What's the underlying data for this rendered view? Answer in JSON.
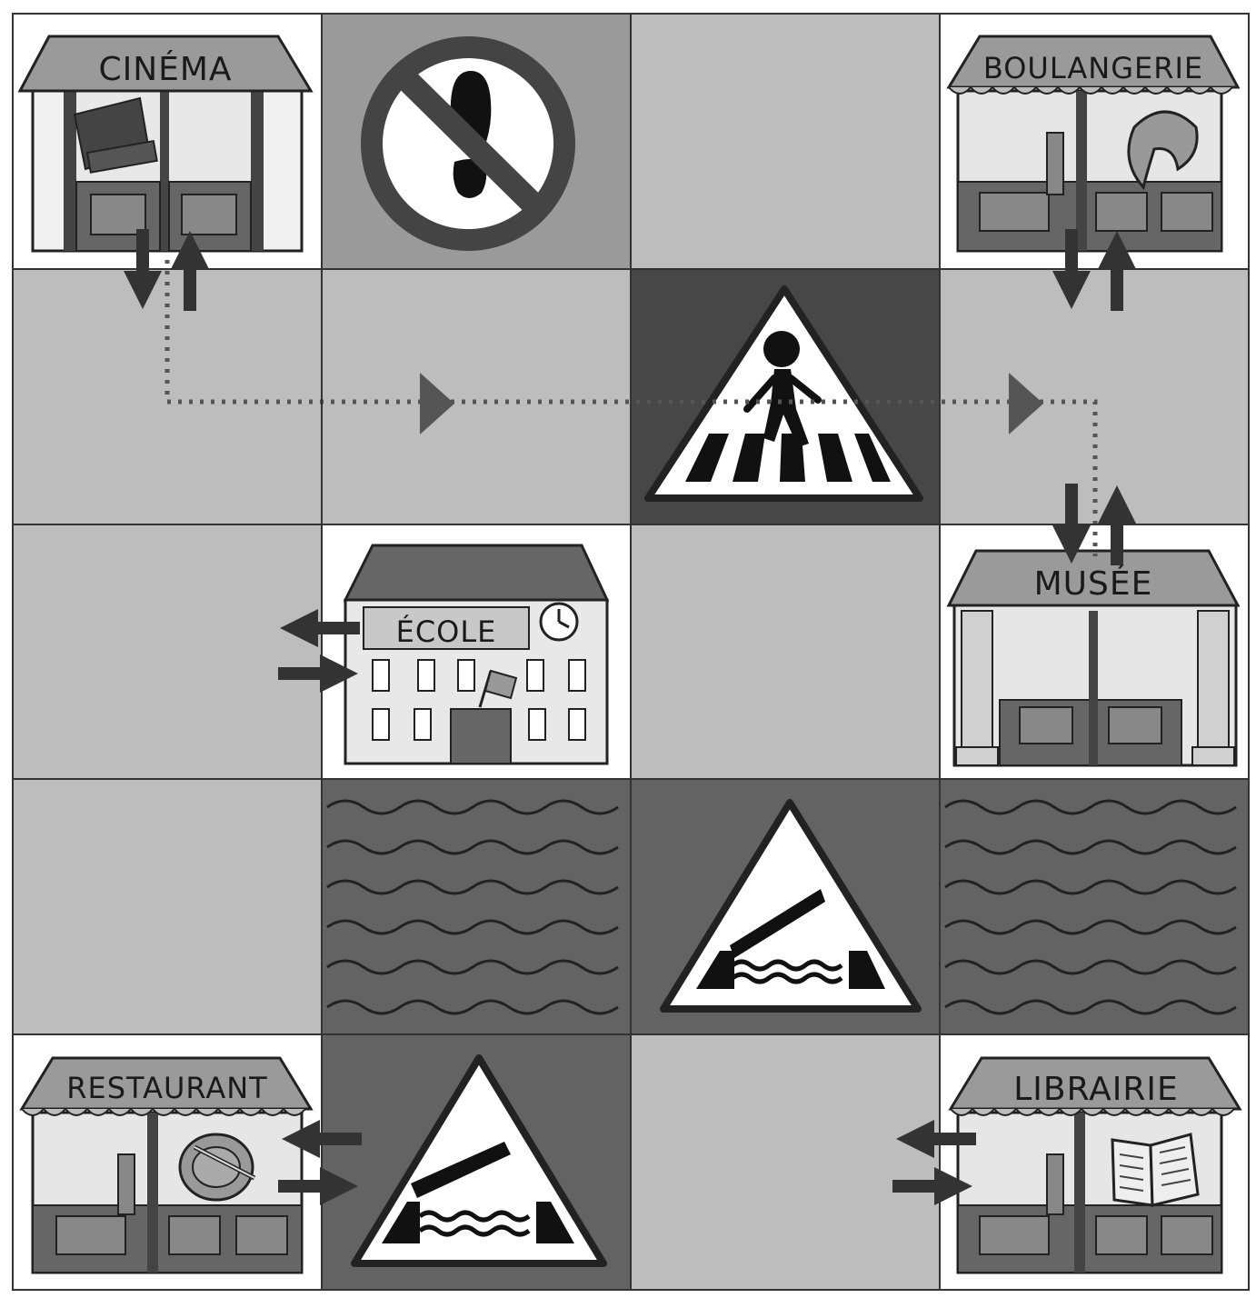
{
  "board": {
    "rows": 5,
    "cols": 4,
    "colors": {
      "street": "#bdbdbd",
      "forbidden": "#9a9a9a",
      "crossing": "#474747",
      "water": "#636363",
      "building_bg": "#ffffff",
      "grid_line": "#333333",
      "arrow": "#333333",
      "path": "#555555"
    },
    "tiles": [
      {
        "row": 0,
        "col": 0,
        "type": "building",
        "name": "CINÉMA",
        "icon": "clapperboard-icon"
      },
      {
        "row": 0,
        "col": 1,
        "type": "sign",
        "sign": "no-walking-sign"
      },
      {
        "row": 0,
        "col": 2,
        "type": "street"
      },
      {
        "row": 0,
        "col": 3,
        "type": "building",
        "name": "BOULANGERIE",
        "icon": "croissant-icon"
      },
      {
        "row": 1,
        "col": 0,
        "type": "street"
      },
      {
        "row": 1,
        "col": 1,
        "type": "street"
      },
      {
        "row": 1,
        "col": 2,
        "type": "sign",
        "sign": "pedestrian-crossing-sign"
      },
      {
        "row": 1,
        "col": 3,
        "type": "street"
      },
      {
        "row": 2,
        "col": 0,
        "type": "street"
      },
      {
        "row": 2,
        "col": 1,
        "type": "building",
        "name": "ÉCOLE",
        "icon": "clock-icon"
      },
      {
        "row": 2,
        "col": 2,
        "type": "street"
      },
      {
        "row": 2,
        "col": 3,
        "type": "building",
        "name": "MUSÉE",
        "icon": "column-icon"
      },
      {
        "row": 3,
        "col": 0,
        "type": "street"
      },
      {
        "row": 3,
        "col": 1,
        "type": "water"
      },
      {
        "row": 3,
        "col": 2,
        "type": "sign",
        "sign": "drawbridge-sign"
      },
      {
        "row": 3,
        "col": 3,
        "type": "water"
      },
      {
        "row": 4,
        "col": 0,
        "type": "building",
        "name": "RESTAURANT",
        "icon": "plate-fork-icon"
      },
      {
        "row": 4,
        "col": 1,
        "type": "sign",
        "sign": "drawbridge-sign"
      },
      {
        "row": 4,
        "col": 2,
        "type": "street"
      },
      {
        "row": 4,
        "col": 3,
        "type": "building",
        "name": "LIBRAIRIE",
        "icon": "open-book-icon"
      }
    ],
    "path": {
      "from": "CINÉMA",
      "to": "MUSÉE",
      "via_cells": [
        [
          0,
          0
        ],
        [
          1,
          0
        ],
        [
          1,
          1
        ],
        [
          1,
          2
        ],
        [
          1,
          3
        ],
        [
          2,
          3
        ]
      ]
    }
  }
}
